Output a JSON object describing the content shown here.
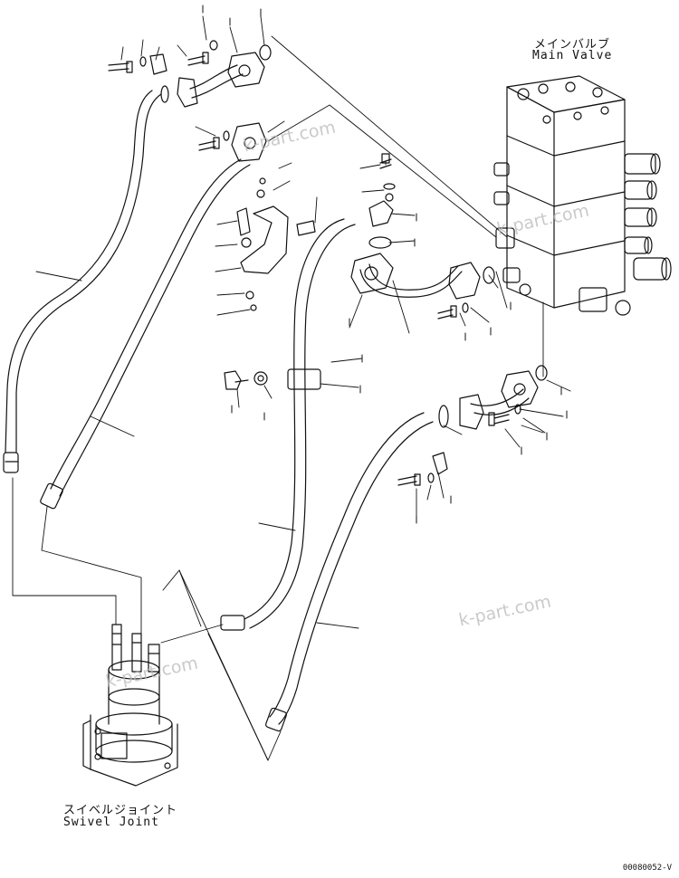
{
  "labels": {
    "main_valve_jp": "メインバルブ",
    "main_valve_en": "Main Valve",
    "swivel_joint_jp": "スイベルジョイント",
    "swivel_joint_en": "Swivel Joint"
  },
  "watermark": "k-part.com",
  "drawing_code": "00080052-V"
}
